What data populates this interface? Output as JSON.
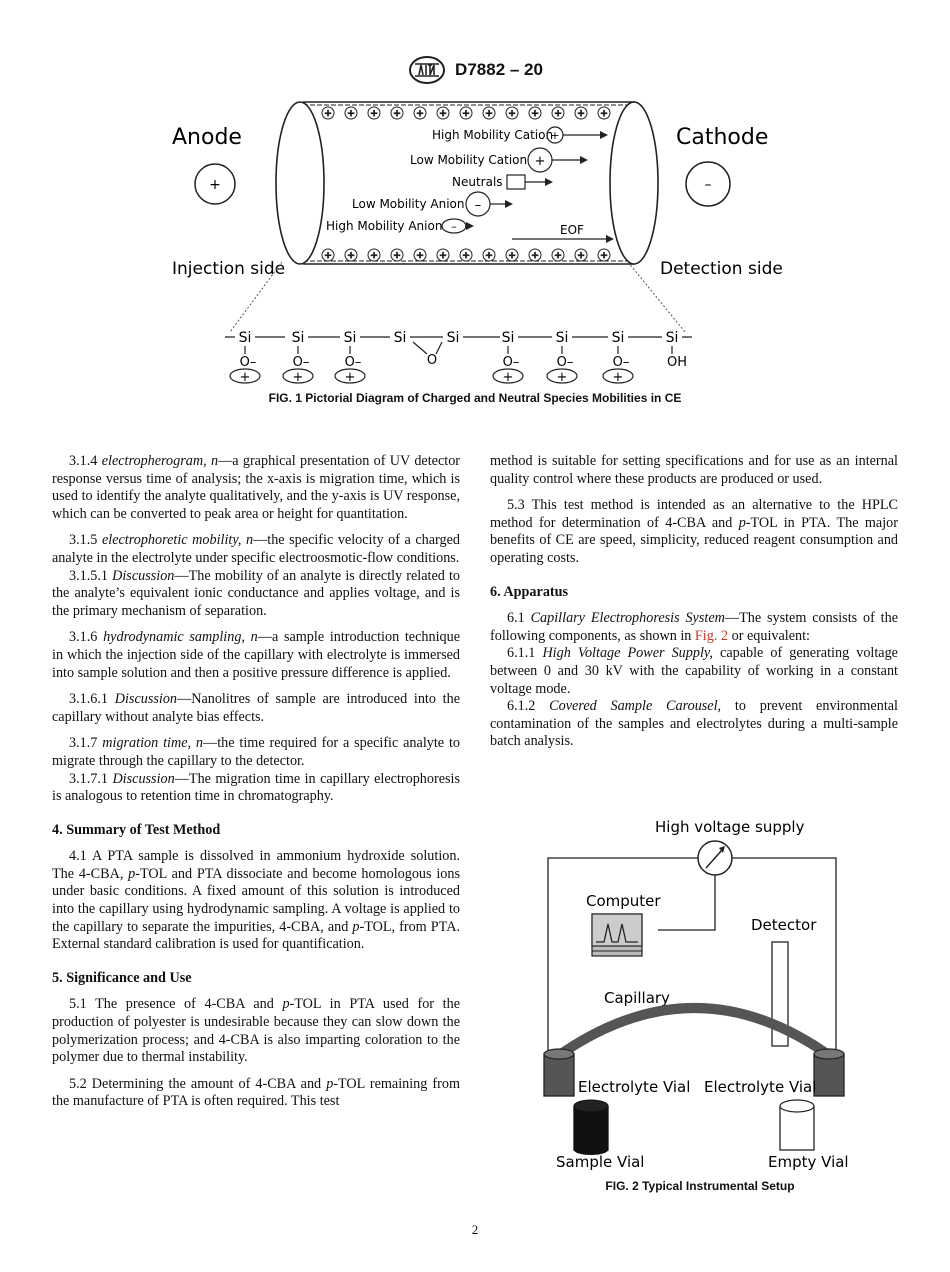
{
  "header": {
    "doc_id": "D7882 – 20"
  },
  "fig1": {
    "anode": "Anode",
    "cathode": "Cathode",
    "plus": "+",
    "minus": "–",
    "injection_side": "Injection side",
    "detection_side": "Detection side",
    "high_mobility_cation": "High Mobility Cation",
    "low_mobility_cation": "Low Mobility Cation",
    "neutrals": "Neutrals",
    "low_mobility_anion": "Low Mobility Anion",
    "high_mobility_anion": "High Mobility Anion",
    "eof": "EOF",
    "si": "Si",
    "o_minus": "O–",
    "o": "O",
    "oh": "OH",
    "caption": "FIG. 1 Pictorial Diagram of Charged and Neutral Species Mobilities in CE"
  },
  "fig2": {
    "high_voltage_supply": "High voltage supply",
    "computer": "Computer",
    "detector": "Detector",
    "capillary": "Capillary",
    "electrolyte_vial_left": "Electrolyte Vial",
    "electrolyte_vial_right": "Electrolyte Vial",
    "sample_vial": "Sample Vial",
    "empty_vial": "Empty Vial",
    "caption": "FIG. 2 Typical Instrumental Setup"
  },
  "left": {
    "p314_num": "3.1.4 ",
    "p314_term": "electropherogram, n",
    "p314_text": "—a graphical presentation of UV detector response versus time of analysis; the x-axis is migration time, which is used to identify the analyte qualitatively, and the y-axis is UV response, which can be converted to peak area or height for quantitation.",
    "p315_num": "3.1.5 ",
    "p315_term": "electrophoretic mobility, n",
    "p315_text": "—the specific velocity of a charged analyte in the electrolyte under specific electroosmotic-flow conditions.",
    "p3151_num": "3.1.5.1 ",
    "p3151_term": "Discussion",
    "p3151_text": "—The mobility of an analyte is directly related to the analyte’s equivalent ionic conductance and applies voltage, and is the primary mechanism of separation.",
    "p316_num": "3.1.6 ",
    "p316_term": "hydrodynamic sampling, n",
    "p316_text": "—a sample introduction technique in which the injection side of the capillary with electrolyte is immersed into sample solution and then a positive pressure difference is applied.",
    "p3161_num": "3.1.6.1 ",
    "p3161_term": "Discussion",
    "p3161_text": "—Nanolitres of sample are introduced into the capillary without analyte bias effects.",
    "p317_num": "3.1.7 ",
    "p317_term": "migration time, n",
    "p317_text": "—the time required for a specific analyte to migrate through the capillary to the detector.",
    "p3171_num": "3.1.7.1 ",
    "p3171_term": "Discussion",
    "p3171_text": "—The migration time in capillary electrophoresis is analogous to retention time in chromatography.",
    "h4": "4. Summary of Test Method",
    "p41_a": "4.1 A PTA sample is dissolved in ammonium hydroxide solution. The 4-CBA, ",
    "p41_p1": "p",
    "p41_b": "-TOL and PTA dissociate and become homologous ions under basic conditions. A fixed amount of this solution is introduced into the capillary using hydrodynamic sampling. A voltage is applied to the capillary to separate the impurities, 4-CBA, and ",
    "p41_p2": "p",
    "p41_c": "-TOL, from PTA. External standard calibration is used for quantification.",
    "h5": "5. Significance and Use",
    "p51_a": "5.1 The presence of 4-CBA and ",
    "p51_p": "p",
    "p51_b": "-TOL in PTA used for the production of polyester is undesirable because they can slow down the polymerization process; and 4-CBA is also imparting coloration to the polymer due to thermal instability.",
    "p52_a": "5.2 Determining the amount of 4-CBA and ",
    "p52_p": "p",
    "p52_b": "-TOL remaining from the manufacture of PTA is often required. This test"
  },
  "right": {
    "p52_cont": "method is suitable for setting specifications and for use as an internal quality control where these products are produced or used.",
    "p53_a": "5.3 This test method is intended as an alternative to the HPLC method for determination of 4-CBA and ",
    "p53_p": "p",
    "p53_b": "-TOL in PTA. The major benefits of CE are speed, simplicity, reduced reagent consumption and operating costs.",
    "h6": "6. Apparatus",
    "p61_num": "6.1 ",
    "p61_term": "Capillary Electrophoresis System",
    "p61_a": "—The system consists of the following components, as shown in ",
    "p61_link": "Fig. 2",
    "p61_b": " or equivalent:",
    "p611_num": "6.1.1 ",
    "p611_term": "High Voltage Power Supply,",
    "p611_text": " capable of generating voltage between 0 and 30 kV with the capability of working in a constant voltage mode.",
    "p612_num": "6.1.2 ",
    "p612_term": "Covered Sample Carousel,",
    "p612_text": " to prevent environmental contamination of the samples and electrolytes during a multi-sample batch analysis."
  },
  "page_number": "2"
}
